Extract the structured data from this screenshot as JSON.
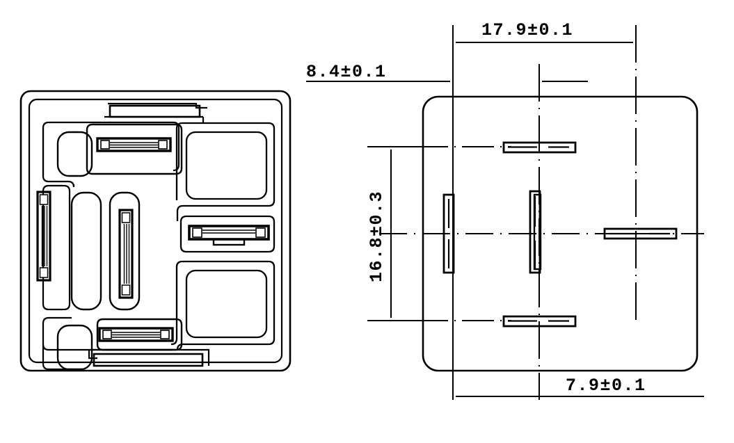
{
  "document": {
    "type": "mechanical-drawing",
    "title": "Relay Socket Tray and Terminal Layout",
    "line_color": "#000000",
    "background_color": "#ffffff",
    "views": [
      {
        "name": "tray-top-view",
        "label": "",
        "description": "Molded socket tray top view with pockets and terminals"
      },
      {
        "name": "terminal-layout-view",
        "label": "",
        "description": "Terminal pin position layout with dimensions"
      }
    ]
  },
  "dimensions": {
    "overall_width": {
      "id": "dim-17-9",
      "text": "17.9±0.1",
      "nominal": 17.9,
      "tolerance": 0.1,
      "orientation": "horizontal",
      "position": "top"
    },
    "offset_width": {
      "id": "dim-8-4",
      "text": "8.4±0.1",
      "nominal": 8.4,
      "tolerance": 0.1,
      "orientation": "horizontal",
      "position": "upper-left"
    },
    "overall_height": {
      "id": "dim-16-8",
      "text": "16.8±0.3",
      "nominal": 16.8,
      "tolerance": 0.3,
      "orientation": "vertical",
      "position": "left"
    },
    "bottom_width": {
      "id": "dim-7-9",
      "text": "7.9±0.1",
      "nominal": 7.9,
      "tolerance": 0.1,
      "orientation": "horizontal",
      "position": "bottom"
    }
  },
  "terminals": {
    "tray_view": [
      {
        "name": "terminal-top-horizontal",
        "orientation": "horizontal"
      },
      {
        "name": "terminal-left-vertical",
        "orientation": "vertical"
      },
      {
        "name": "terminal-center-vertical",
        "orientation": "vertical"
      },
      {
        "name": "terminal-right-horizontal",
        "orientation": "horizontal"
      },
      {
        "name": "terminal-bottom-horizontal",
        "orientation": "horizontal"
      }
    ],
    "layout_view": [
      {
        "name": "pin-top",
        "orientation": "horizontal"
      },
      {
        "name": "pin-left",
        "orientation": "vertical"
      },
      {
        "name": "pin-center",
        "orientation": "vertical"
      },
      {
        "name": "pin-right",
        "orientation": "horizontal"
      },
      {
        "name": "pin-bottom",
        "orientation": "horizontal"
      }
    ]
  }
}
